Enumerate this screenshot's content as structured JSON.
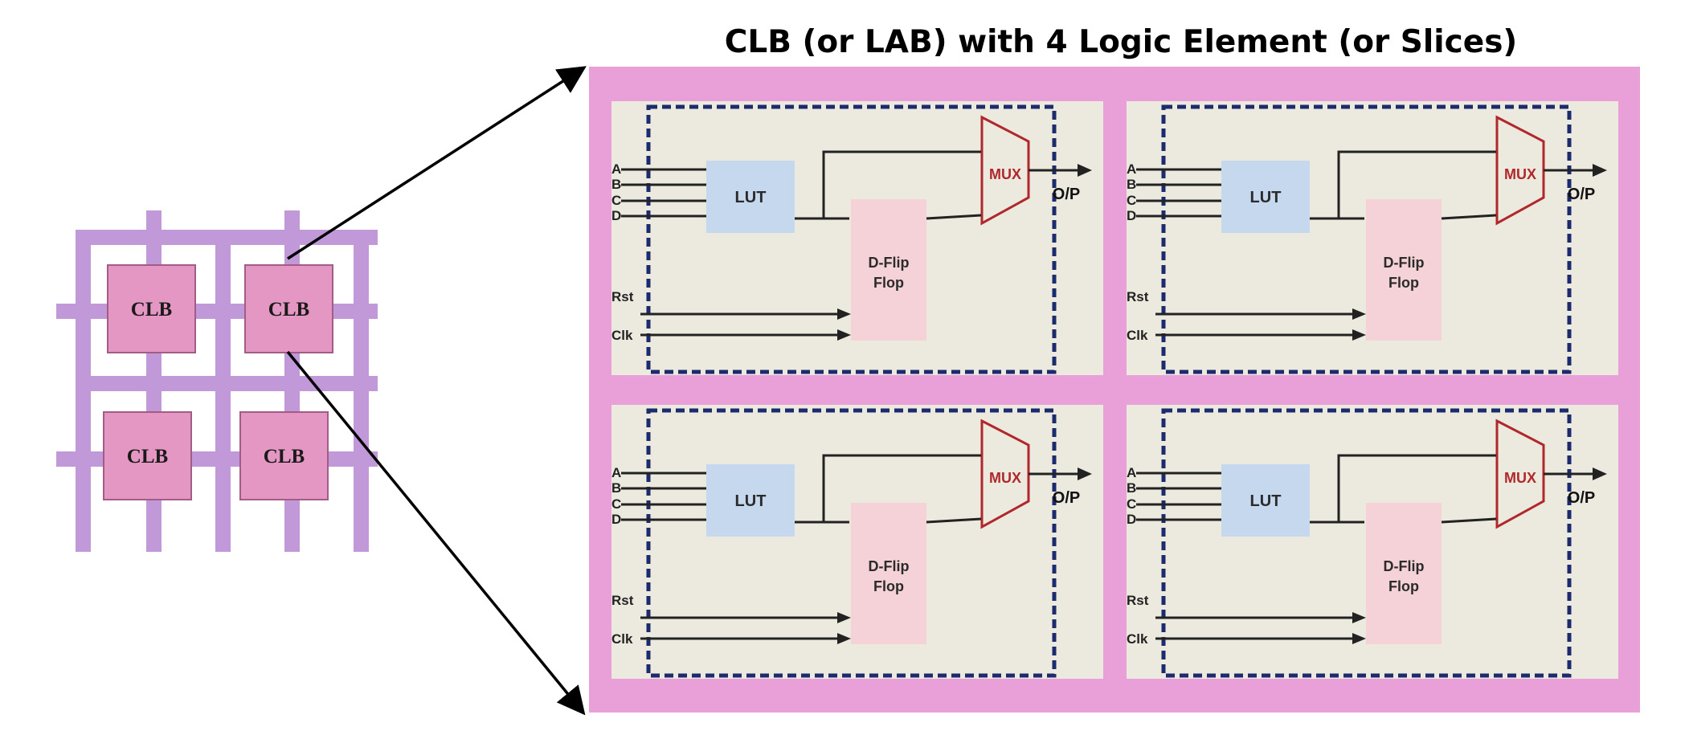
{
  "title": "CLB (or LAB) with 4 Logic Element (or Slices)",
  "fabric": {
    "clbs": [
      {
        "label": "CLB"
      },
      {
        "label": "CLB"
      },
      {
        "label": "CLB"
      },
      {
        "label": "CLB"
      }
    ],
    "colors": {
      "routing": "#c199d8",
      "clb_fill": "#e497c2",
      "clb_border": "#a25d86"
    }
  },
  "logic_elements": [
    {
      "inputs": [
        "A",
        "B",
        "C",
        "D"
      ],
      "lut": "LUT",
      "flipflop": [
        "D-Flip",
        "Flop"
      ],
      "mux": "MUX",
      "output": "O/P",
      "reset": "Rst",
      "clock": "Clk"
    },
    {
      "inputs": [
        "A",
        "B",
        "C",
        "D"
      ],
      "lut": "LUT",
      "flipflop": [
        "D-Flip",
        "Flop"
      ],
      "mux": "MUX",
      "output": "O/P",
      "reset": "Rst",
      "clock": "Clk"
    },
    {
      "inputs": [
        "A",
        "B",
        "C",
        "D"
      ],
      "lut": "LUT",
      "flipflop": [
        "D-Flip",
        "Flop"
      ],
      "mux": "MUX",
      "output": "O/P",
      "reset": "Rst",
      "clock": "Clk"
    },
    {
      "inputs": [
        "A",
        "B",
        "C",
        "D"
      ],
      "lut": "LUT",
      "flipflop": [
        "D-Flip",
        "Flop"
      ],
      "mux": "MUX",
      "output": "O/P",
      "reset": "Rst",
      "clock": "Clk"
    }
  ],
  "colors": {
    "clb_panel": "#e9a0d8",
    "logic_element_bg": "#ece9df",
    "dashed_border": "#1c2a6e",
    "lut_fill": "#c5d8ee",
    "flipflop_fill": "#f4d2d7",
    "mux_color": "#b0282c"
  }
}
